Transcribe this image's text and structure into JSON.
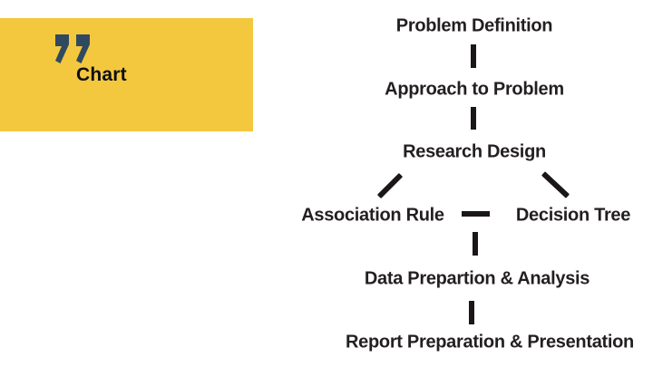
{
  "quote_box": {
    "label": "Chart",
    "quote_glyph": "right-double-quote",
    "bg_color": "#F3C83E",
    "quote_color": "#2F4A60",
    "label_color": "#0E0E18"
  },
  "flowchart": {
    "text_color": "#231F20",
    "line_color": "#1B1718",
    "nodes": [
      {
        "id": "problem-definition",
        "label": "Problem Definition"
      },
      {
        "id": "approach-to-problem",
        "label": "Approach to Problem"
      },
      {
        "id": "research-design",
        "label": "Research Design"
      },
      {
        "id": "association-rule",
        "label": "Association Rule"
      },
      {
        "id": "decision-tree",
        "label": "Decision Tree"
      },
      {
        "id": "data-prepartion-analysis",
        "label": "Data Prepartion & Analysis"
      },
      {
        "id": "report-preparation-presentation",
        "label": "Report Preparation & Presentation"
      }
    ],
    "edges": [
      {
        "from": "Problem Definition",
        "to": "Approach to Problem",
        "type": "vertical-line"
      },
      {
        "from": "Approach to Problem",
        "to": "Research Design",
        "type": "vertical-line"
      },
      {
        "from": "Research Design",
        "to": "Association Rule",
        "type": "diagonal-line"
      },
      {
        "from": "Research Design",
        "to": "Decision Tree",
        "type": "diagonal-line"
      },
      {
        "from": "Association Rule",
        "to": "Decision Tree",
        "type": "horizontal-dash"
      },
      {
        "from": "Association Rule / Decision Tree",
        "to": "Data Prepartion & Analysis",
        "type": "vertical-line"
      },
      {
        "from": "Data Prepartion & Analysis",
        "to": "Report Preparation & Presentation",
        "type": "vertical-line"
      }
    ]
  }
}
